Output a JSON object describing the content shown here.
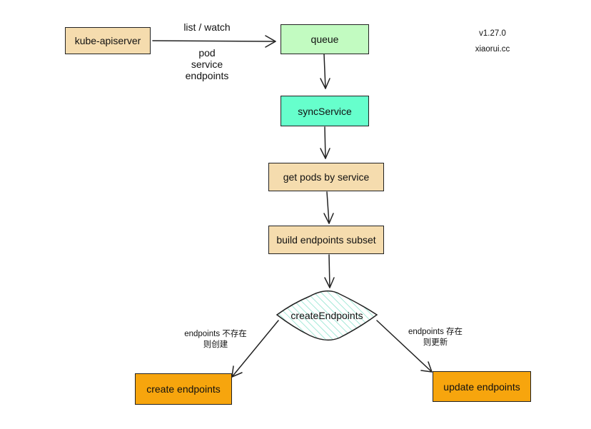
{
  "nodes": {
    "apiserver": "kube-apiserver",
    "queue": "queue",
    "sync": "syncService",
    "get_pods": "get pods by service",
    "build": "build endpoints subset",
    "decision": "createEndpoints",
    "create": "create endpoints",
    "update": "update endpoints"
  },
  "edge_labels": {
    "list_watch": "list / watch",
    "resources": [
      "pod",
      "service",
      "endpoints"
    ],
    "not_exist_line1": "endpoints 不存在",
    "not_exist_line2": "则创建",
    "exist_line1": "endpoints 存在",
    "exist_line2": "则更新"
  },
  "meta": {
    "version": "v1.27.0",
    "site": "xiaorui.cc"
  },
  "colors": {
    "tan": "#f5dcae",
    "green": "#c2fbc1",
    "aqua": "#66ffcc",
    "orange": "#f7a50d",
    "decision_hatch": "#7fe0c8"
  }
}
